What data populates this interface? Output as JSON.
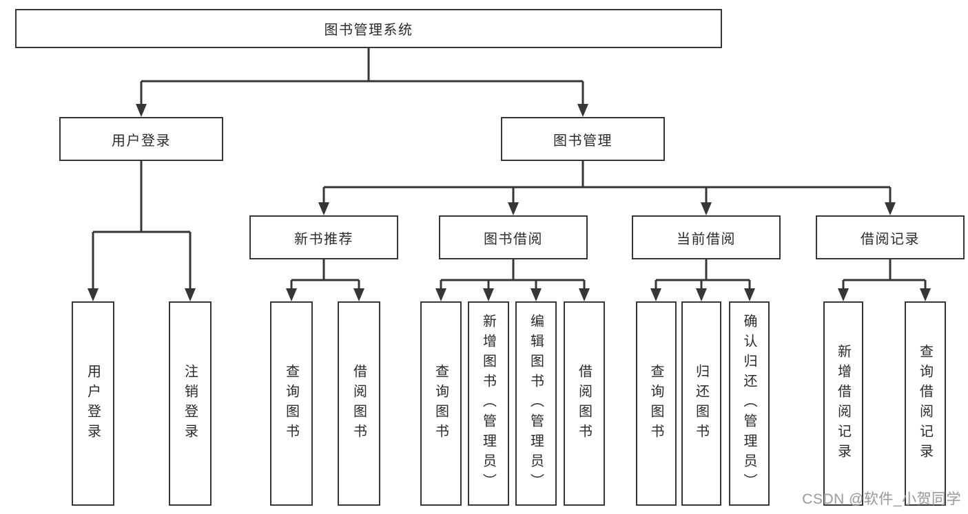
{
  "nodes": {
    "root": {
      "label": "图书管理系统"
    },
    "level2": [
      {
        "label": "用户登录"
      },
      {
        "label": "图书管理"
      }
    ],
    "level3": [
      {
        "label": "新书推荐"
      },
      {
        "label": "图书借阅"
      },
      {
        "label": "当前借阅"
      },
      {
        "label": "借阅记录"
      }
    ],
    "leaves": [
      {
        "label": "用户登录"
      },
      {
        "label": "注销登录"
      },
      {
        "label": "查询图书"
      },
      {
        "label": "借阅图书"
      },
      {
        "label": "查询图书"
      },
      {
        "label": "新增图书（管理员）"
      },
      {
        "label": "编辑图书（管理员）"
      },
      {
        "label": "借阅图书"
      },
      {
        "label": "查询图书"
      },
      {
        "label": "归还图书"
      },
      {
        "label": "确认归还（管理员）"
      },
      {
        "label": "新增借阅记录"
      },
      {
        "label": "查询借阅记录"
      }
    ]
  },
  "hierarchy": {
    "图书管理系统": [
      "用户登录",
      "图书管理"
    ],
    "用户登录": [
      "用户登录",
      "注销登录"
    ],
    "图书管理": [
      "新书推荐",
      "图书借阅",
      "当前借阅",
      "借阅记录"
    ],
    "新书推荐": [
      "查询图书",
      "借阅图书"
    ],
    "图书借阅": [
      "查询图书",
      "新增图书（管理员）",
      "编辑图书（管理员）",
      "借阅图书"
    ],
    "当前借阅": [
      "查询图书",
      "归还图书",
      "确认归还（管理员）"
    ],
    "借阅记录": [
      "新增借阅记录",
      "查询借阅记录"
    ]
  },
  "watermark": {
    "text": "CSDN @软件_小贺同学"
  },
  "colors": {
    "line": "#363636",
    "border": "#363636",
    "text": "#2b2b2b",
    "background": "#ffffff",
    "watermark": "#9e9e9e"
  }
}
